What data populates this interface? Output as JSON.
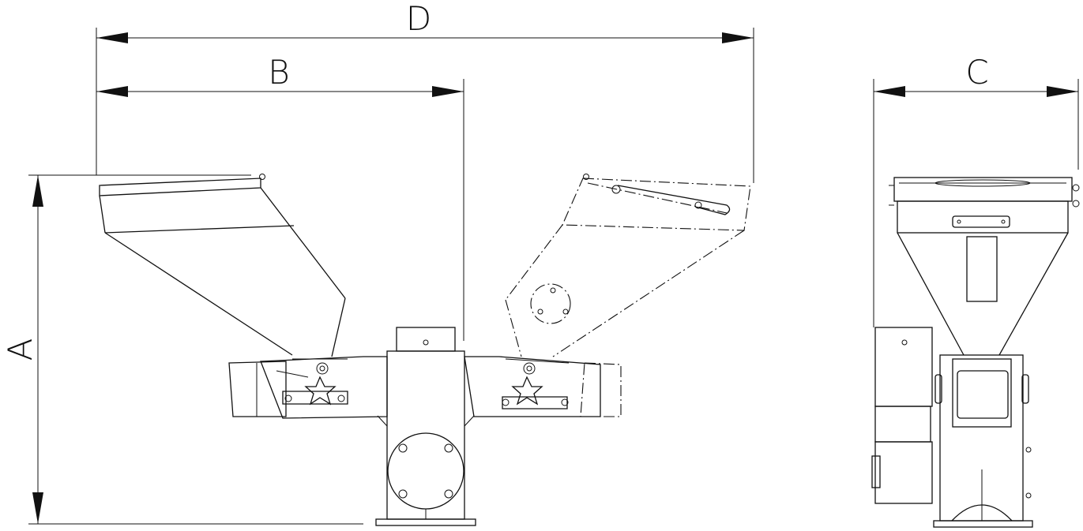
{
  "dimensions": {
    "A": "A",
    "B": "B",
    "C": "C",
    "D": "D"
  },
  "colors": {
    "line": "#111111",
    "background": "#ffffff"
  },
  "views": [
    "front-view",
    "side-view"
  ]
}
